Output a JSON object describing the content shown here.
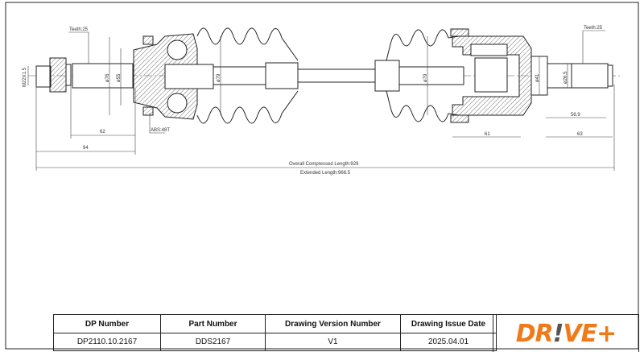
{
  "drawing": {
    "left_teeth": "Teeth:25",
    "left_thread": "M22X1.5",
    "left_dia_outer": "ø76",
    "left_dia_inner": "ø55",
    "left_boot_dia": "ø79",
    "abs": "ABS:48T",
    "dim_62": "62",
    "dim_94": "94",
    "right_boot_dia": "ø79",
    "right_dia_41": "ø41",
    "right_dia_26": "ø26.5",
    "right_teeth": "Teeth:25",
    "dim_56_9": "56.9",
    "dim_61": "61",
    "dim_63": "63",
    "overall_compressed": "Overall Compressed Length:929",
    "extended": "Extended Length:966.5"
  },
  "title_block": {
    "headers": [
      "DP Number",
      "Part Number",
      "Drawing Version Number",
      "Drawing Issue Date"
    ],
    "values": [
      "DP2110.10.2167",
      "DDS2167",
      "V1",
      "2025.04.01"
    ]
  },
  "logo": {
    "text": "DR!VE+",
    "brand_color": "#f07a1a",
    "accent_color": "#555555"
  }
}
